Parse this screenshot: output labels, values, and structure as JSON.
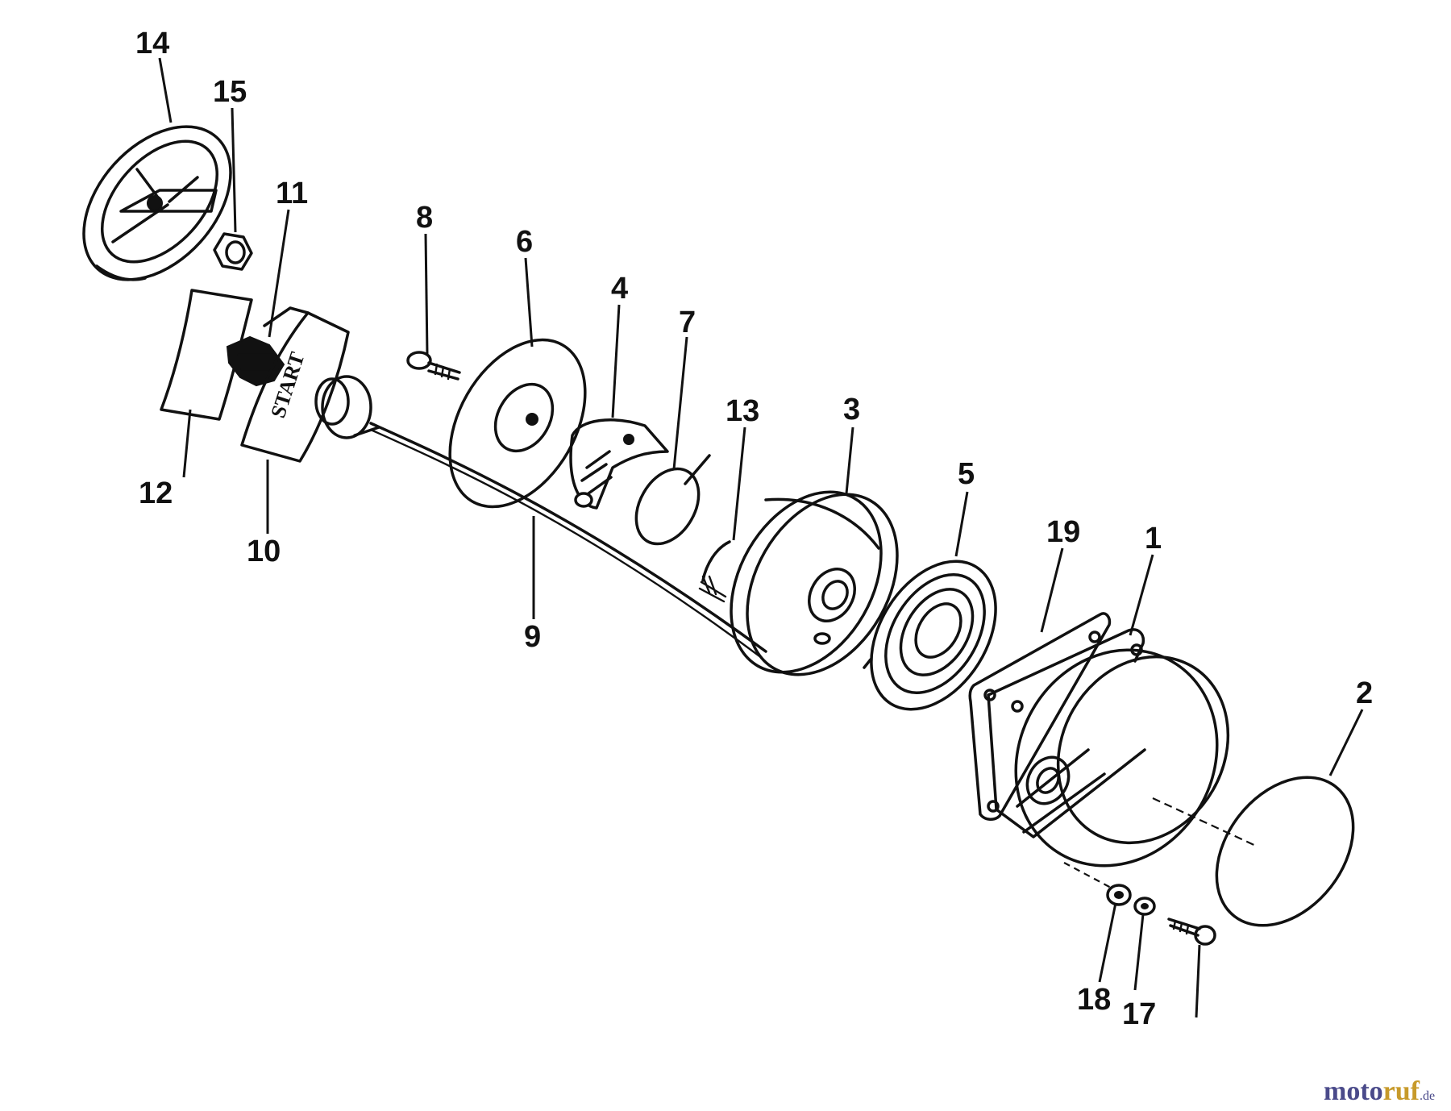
{
  "diagram": {
    "embossed_text": "START",
    "callouts": {
      "p1": "1",
      "p2": "2",
      "p3": "3",
      "p4": "4",
      "p5": "5",
      "p6": "6",
      "p7": "7",
      "p8": "8",
      "p9": "9",
      "p10": "10",
      "p11": "11",
      "p12": "12",
      "p13": "13",
      "p14": "14",
      "p15": "15",
      "p17": "17",
      "p18": "18",
      "p19": "19"
    }
  },
  "watermark": {
    "part1": "moto",
    "part2": "ruf",
    "suffix": ".de"
  },
  "colors": {
    "ink": "#111111",
    "watermark_blue": "#4a4a8a",
    "watermark_gold": "#c79a2a"
  }
}
